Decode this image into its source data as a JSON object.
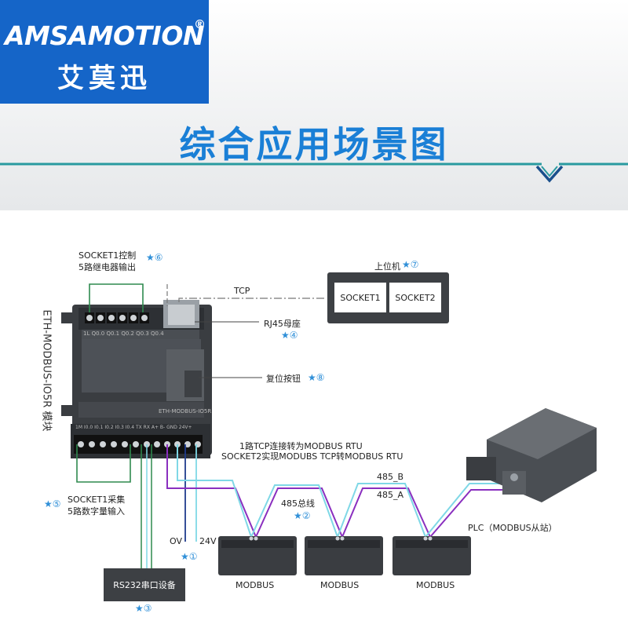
{
  "header": {
    "logo_en": "AMSAMOTION",
    "logo_reg": "®",
    "logo_cn": "艾莫迅",
    "title": "综合应用场景图"
  },
  "device": {
    "vertical_label": "ETH-MODBUS-IO5R 模块",
    "inner_label": "ETH-MODBUS-IO5R",
    "top_terminals": "1L  Q0.0  Q0.1  Q0.2  Q0.3  Q0.4",
    "bottom_terminals": "1M  I0.0  I0.1  I0.2  I0.3  I0.4   TX  RX  A+  B-  GND  24V+"
  },
  "labels": {
    "socket1_ctrl_line1": "SOCKET1控制",
    "socket1_ctrl_line2": "5路继电器输出",
    "socket1_ctrl_num": "★⑥",
    "host_label": "上位机",
    "host_num": "★⑦",
    "socket1": "SOCKET1",
    "socket2": "SOCKET2",
    "tcp": "TCP",
    "rj45": "RJ45母座",
    "rj45_num": "★④",
    "reset": "复位按钮",
    "reset_num": "★⑧",
    "tcp_convert_line1": "1路TCP连接转为MODBUS RTU",
    "tcp_convert_line2": "SOCKET2实现MODUBS TCP转MODBUS RTU",
    "b485": "485_B",
    "a485": "485_A",
    "bus485": "485总线",
    "bus485_num": "★②",
    "socket1_in_line1": "SOCKET1采集",
    "socket1_in_line2": "5路数字量输入",
    "socket1_in_num": "★⑤",
    "plc": "PLC（MODBUS从站）",
    "ov": "OV",
    "v24": "24V",
    "power_num": "★①",
    "rs232": "RS232串口设备",
    "rs232_num": "★③",
    "modbus1": "MODBUS",
    "modbus2": "MODBUS",
    "modbus3": "MODBUS"
  },
  "colors": {
    "brand_blue": "#1565c8",
    "title_blue": "#1a7fd6",
    "teal_line": "#2a9aa0",
    "wire_purple": "#8a2fbf",
    "wire_cyan": "#7fd8e6",
    "wire_green": "#2f8a4f",
    "wire_navy": "#1f3b8c",
    "device_dark": "#3a3d41"
  }
}
